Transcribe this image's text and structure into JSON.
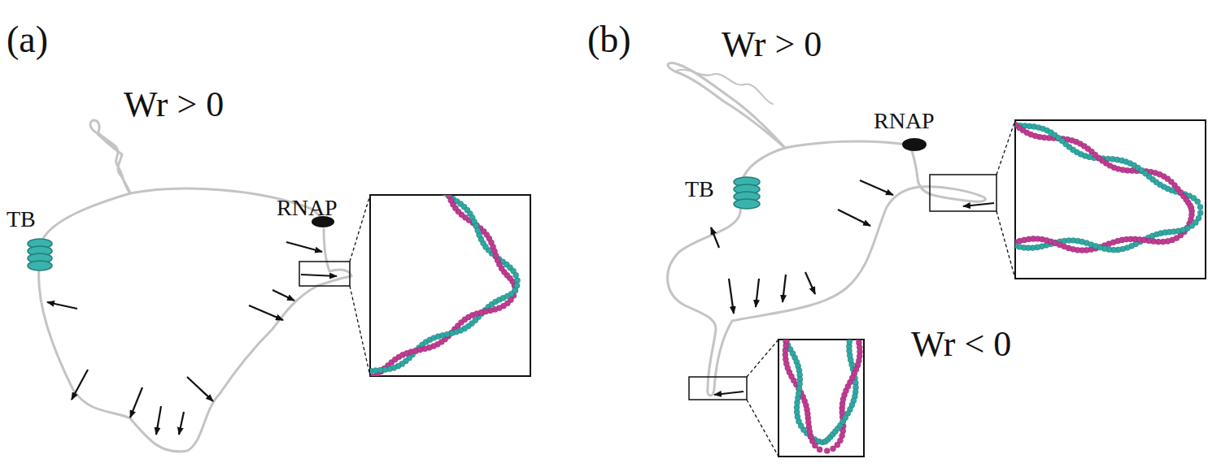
{
  "diagram": {
    "labels": [
      "(a)",
      "Wr > 0",
      "TB",
      "RNAP",
      "(b)",
      "Wr > 0",
      "RNAP",
      "TB",
      "Wr < 0"
    ]
  }
}
